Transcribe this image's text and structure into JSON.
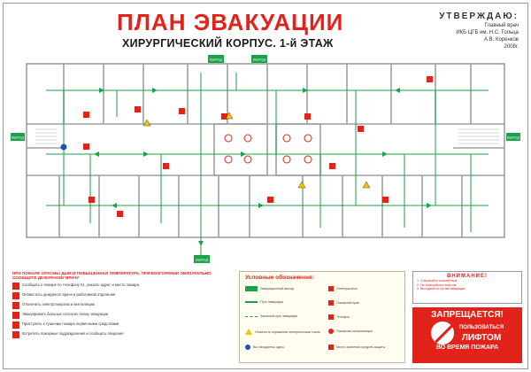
{
  "header": {
    "title": "ПЛАН ЭВАКУАЦИИ",
    "subtitle": "ХИРУРГИЧЕСКИЙ КОРПУС. 1-й ЭТАЖ"
  },
  "approval": {
    "heading": "УТВЕРЖДАЮ:",
    "position": "Главный врач",
    "organization": "ИКБ ЦГБ им. Н.С. Гольца",
    "name": "А.В. Коренков",
    "year": "2008г."
  },
  "plan": {
    "exit_labels": [
      "ВЫХОД",
      "ВЫХОД",
      "ВЫХОД",
      "ВЫХОД",
      "ВЫХОД"
    ],
    "colors": {
      "walls": "#9aa0a0",
      "route": "#1aa34a",
      "exit": "#1aa34a",
      "hazard": "#e2231a",
      "warning": "#f2c400"
    }
  },
  "procedures": {
    "title": "ПРИ ПОЖАРЕ ОПАСНЫ ДЫМ И ПОВЫШЕННАЯ ТЕМПЕРАТУРА. ПРИ ВОЗГОРАНИИ ОБЯЗАТЕЛЬНО СООБЩИТЕ ДЕЖУРНОМУ ВРАЧУ",
    "items": [
      "Сообщить о пожаре по телефону 01, указать адрес и место пожара",
      "Оповестить дежурного врача и работников отделения",
      "Отключить электроэнергию и вентиляцию",
      "Эвакуировать больных согласно плану эвакуации",
      "Приступить к тушению пожара первичными средствами",
      "Встретить пожарные подразделения и сообщить сведения"
    ]
  },
  "legend": {
    "title": "Условные обозначения:",
    "items": [
      "Эвакуационный выход",
      "Огнетушитель",
      "Путь эвакуации",
      "Пожарный кран",
      "Запасной путь эвакуации",
      "Телефон",
      "Опасность поражения электрическим током",
      "Пожарная сигнализация",
      "Вы находитесь здесь",
      "Место хранения средств защиты"
    ]
  },
  "warning": {
    "title": "ВНИМАНИЕ!",
    "lines": [
      "1. Сохраняйте спокойствие",
      "2. Не пользуйтесь лифтом",
      "3. Выходите по путям эвакуации"
    ]
  },
  "forbidden": {
    "heading": "ЗАПРЕЩАЕТСЯ!",
    "line1": "ПОЛЬЗОВАТЬСЯ",
    "line2": "ЛИФТОМ",
    "line3": "ВО ВРЕМЯ ПОЖАРА"
  }
}
